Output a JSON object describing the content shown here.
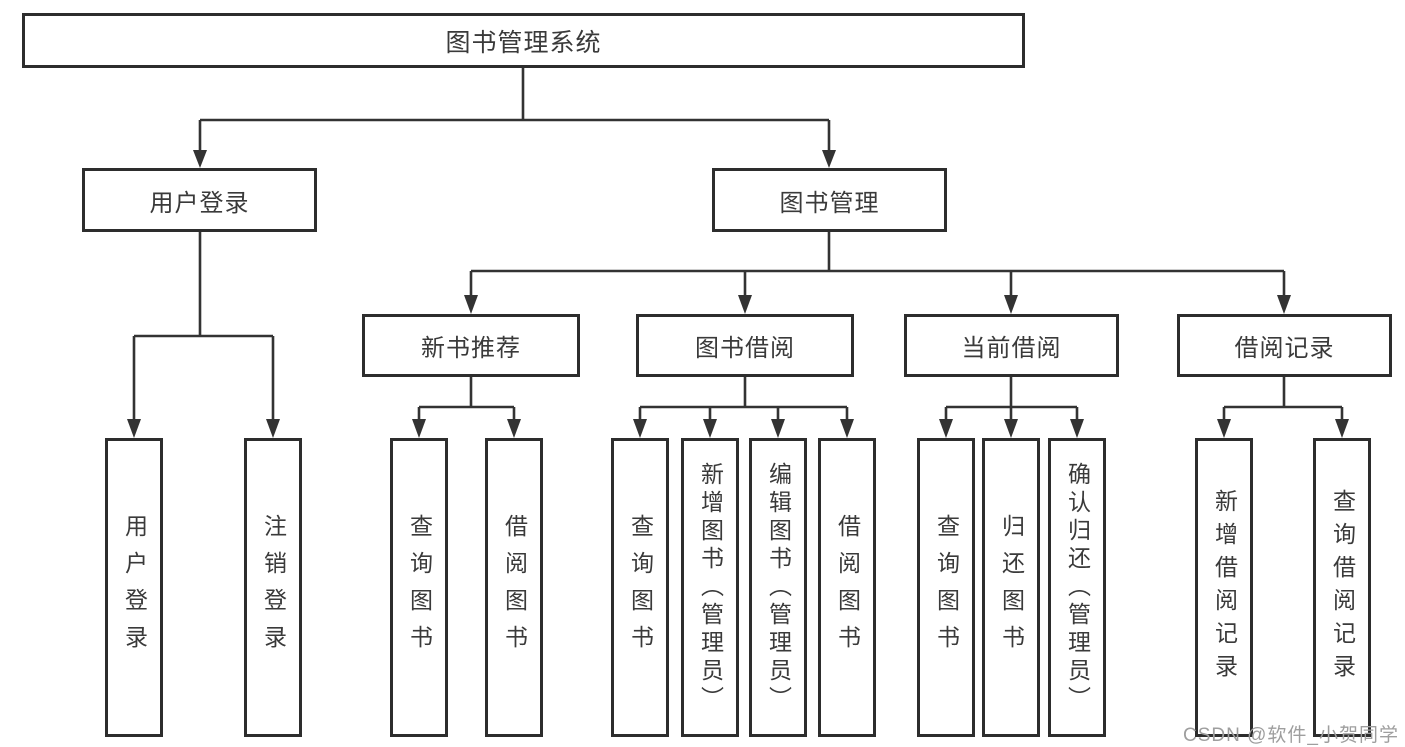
{
  "tree": {
    "label": "图书管理系统",
    "children": [
      {
        "label": "用户登录",
        "children": [
          {
            "label": "用户登录"
          },
          {
            "label": "注销登录"
          }
        ]
      },
      {
        "label": "图书管理",
        "children": [
          {
            "label": "新书推荐",
            "children": [
              {
                "label": "查询图书"
              },
              {
                "label": "借阅图书"
              }
            ]
          },
          {
            "label": "图书借阅",
            "children": [
              {
                "label": "查询图书"
              },
              {
                "label": "新增图书（管理员）"
              },
              {
                "label": "编辑图书（管理员）"
              },
              {
                "label": "借阅图书"
              }
            ]
          },
          {
            "label": "当前借阅",
            "children": [
              {
                "label": "查询图书"
              },
              {
                "label": "归还图书"
              },
              {
                "label": "确认归还（管理员）"
              }
            ]
          },
          {
            "label": "借阅记录",
            "children": [
              {
                "label": "新增借阅记录"
              },
              {
                "label": "查询借阅记录"
              }
            ]
          }
        ]
      }
    ]
  },
  "watermark": {
    "text": "CSDN @软件_小贺同学"
  },
  "colors": {
    "line": "#333333",
    "box_border": "#2d2d2d",
    "text": "#3a3a3a",
    "watermark": "#9e9e9e",
    "background": "#ffffff"
  }
}
